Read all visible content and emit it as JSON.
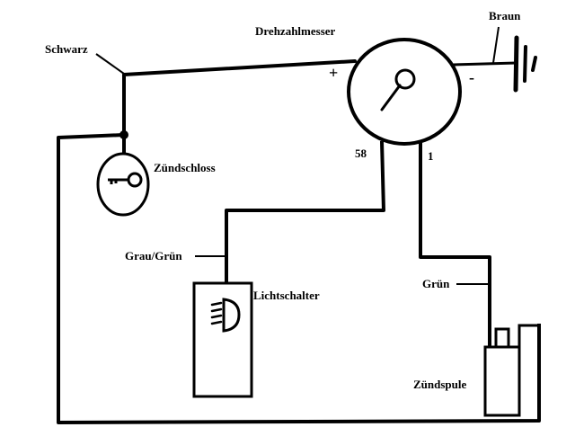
{
  "diagram": {
    "components": {
      "tachometer": "Drehzahlmesser",
      "ignition_switch": "Zündschloss",
      "light_switch": "Lichtschalter",
      "ignition_coil": "Zündspule"
    },
    "wires": {
      "black": "Schwarz",
      "brown": "Braun",
      "grey_green": "Grau/Grün",
      "green": "Grün"
    },
    "terminals": {
      "plus": "+",
      "minus": "-",
      "t58": "58",
      "t1": "1"
    }
  },
  "colors": {
    "line": "#000000",
    "background": "#ffffff"
  }
}
